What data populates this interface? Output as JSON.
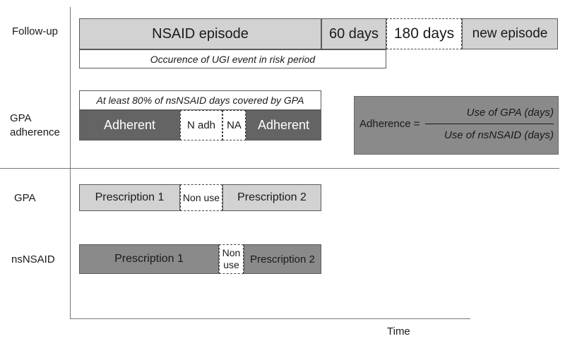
{
  "rows": {
    "followup": "Follow-up",
    "gpa_adherence_1": "GPA",
    "gpa_adherence_2": "adherence",
    "gpa": "GPA",
    "nsnsaid": "nsNSAID"
  },
  "followup": {
    "nsaid_episode": "NSAID episode",
    "sixty_days": "60 days",
    "one_eighty_days": "180 days",
    "new_episode": "new episode",
    "ugi_note": "Occurence of UGI event in risk period"
  },
  "adherence": {
    "criterion": "At least 80% of nsNSAID days covered by GPA",
    "adherent_1": "Adherent",
    "n_adh": "N adh",
    "na": "NA",
    "adherent_2": "Adherent"
  },
  "formula": {
    "lhs": "Adherence =",
    "numerator": "Use of GPA (days)",
    "denominator": "Use of nsNSAID (days)"
  },
  "gpa": {
    "prescription_1": "Prescription 1",
    "non_use": "Non use",
    "prescription_2": "Prescription 2"
  },
  "nsnsaid": {
    "prescription_1": "Prescription 1",
    "non_use_1": "Non",
    "non_use_2": "use",
    "prescription_2": "Prescription 2"
  },
  "axis": {
    "time_label": "Time"
  },
  "colors": {
    "light_gray": "#d2d2d2",
    "dark_gray": "#646464",
    "mid_gray": "#8a8a8a"
  }
}
